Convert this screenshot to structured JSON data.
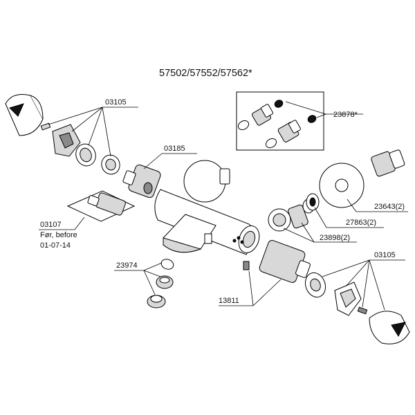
{
  "title": "57502/57552/57562*",
  "labels": {
    "p03105_top": "03105",
    "p03185": "03185",
    "p23878": "23878*",
    "p03107": "03107",
    "note_line1": "Før, before",
    "note_line2": "01-07-14",
    "p23643": "23643(2)",
    "p27863": "27863(2)",
    "p23898": "23898(2)",
    "p23974": "23974",
    "p03105_bottom": "03105",
    "p13811": "13811"
  }
}
